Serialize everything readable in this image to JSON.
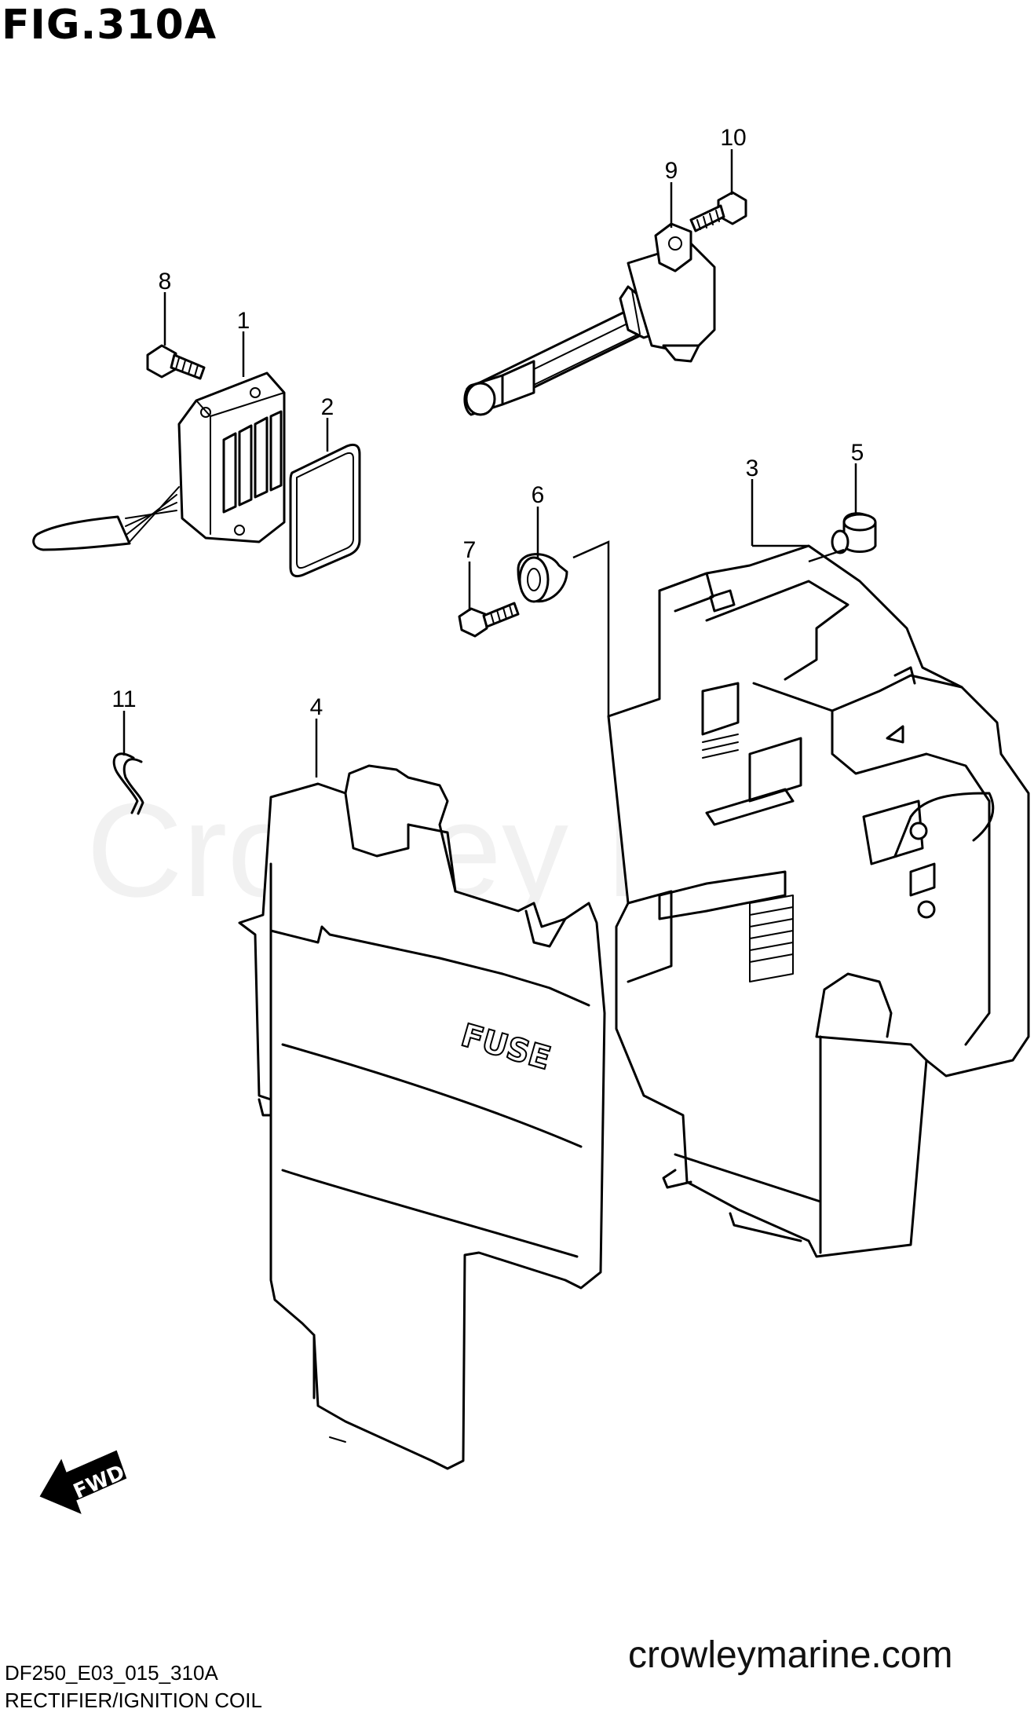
{
  "header": {
    "figure_title": "FIG.310A"
  },
  "watermark": {
    "text": "Crowley Marine"
  },
  "footer": {
    "diagram_code": "DF250_E03_015_310A",
    "diagram_name": "RECTIFIER/IGNITION COIL",
    "website": "crowleymarine.com"
  },
  "callouts": [
    "1",
    "2",
    "3",
    "4",
    "5",
    "6",
    "7",
    "8",
    "9",
    "10",
    "11"
  ],
  "embossed": {
    "fuse_text": "FUSE",
    "fwd_text": "FWD"
  }
}
